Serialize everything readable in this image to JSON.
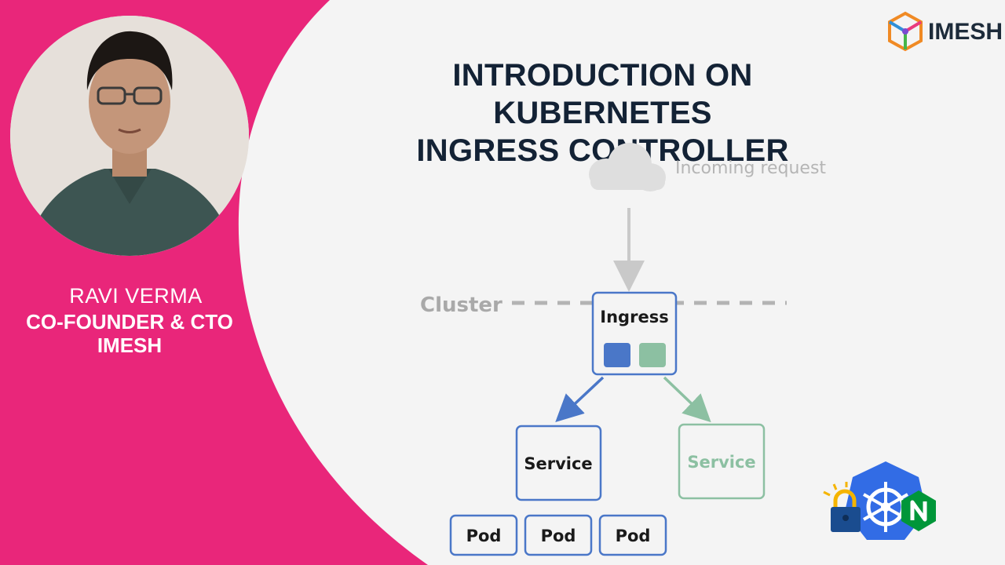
{
  "brand": {
    "name": "IMESH"
  },
  "title": {
    "line1": "INTRODUCTION ON KUBERNETES",
    "line2": "INGRESS CONTROLLER"
  },
  "speaker": {
    "name": "RAVI VERMA",
    "role": "CO-FOUNDER & CTO",
    "company": "IMESH"
  },
  "diagram": {
    "incoming_label": "Incoming request",
    "cluster_label": "Cluster",
    "ingress_label": "Ingress",
    "service_primary_label": "Service",
    "service_secondary_label": "Service",
    "pods": [
      "Pod",
      "Pod",
      "Pod"
    ]
  },
  "colors": {
    "magenta": "#e9267a",
    "title": "#132235",
    "ingress_blue": "#4a77c8",
    "ingress_green": "#8cc0a2",
    "muted_grey": "#c9c9c9"
  },
  "icons": [
    "imesh-logo-icon",
    "cloud-icon",
    "lock-icon",
    "kubernetes-helm-icon",
    "nginx-icon"
  ]
}
